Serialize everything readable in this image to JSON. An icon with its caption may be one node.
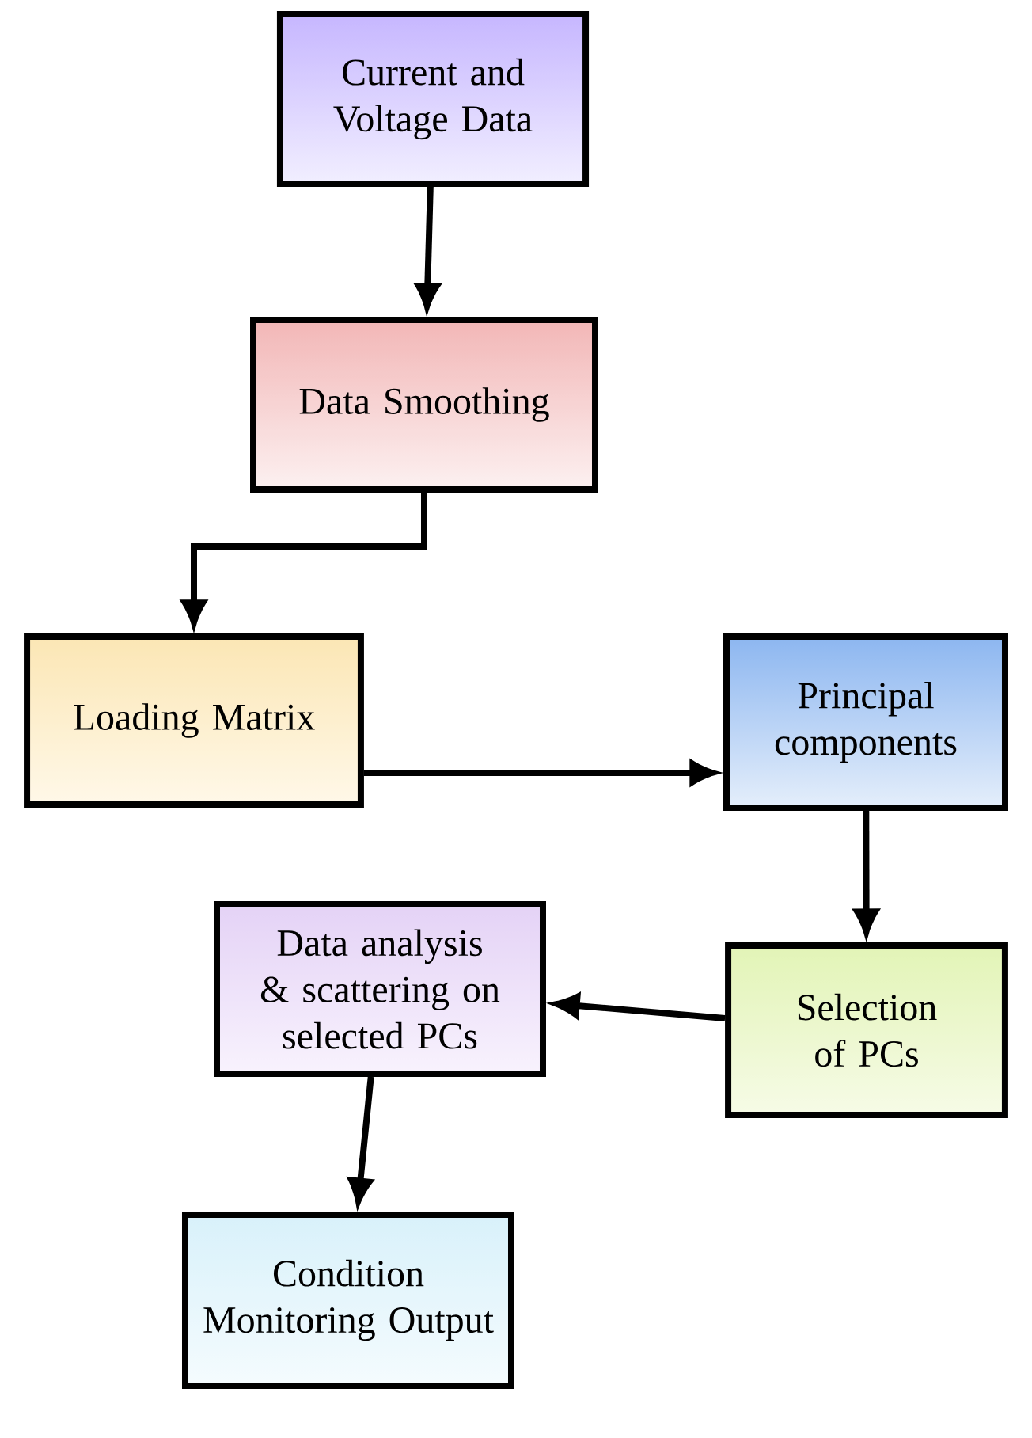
{
  "diagram": {
    "nodes": [
      {
        "text": [
          "Current and Voltage Data"
        ]
      },
      {
        "text": [
          "Data Smoothing"
        ]
      },
      {
        "text": [
          "Loading Matrix"
        ]
      },
      {
        "text": [
          "Principal components"
        ]
      },
      {
        "text": [
          "Selection of PCs"
        ]
      },
      {
        "text": [
          "Data analysis & scattering on selected PCs"
        ]
      },
      {
        "text": [
          "Condition Monitoring Output"
        ]
      }
    ],
    "edges": [
      {
        "from": 0,
        "to": 1,
        "arrow": "to"
      },
      {
        "from": 1,
        "to": 2,
        "arrow": "to"
      },
      {
        "from": 2,
        "to": 3,
        "arrow": "to"
      },
      {
        "from": 3,
        "to": 4,
        "arrow": "to"
      },
      {
        "from": 4,
        "to": 5,
        "arrow": "to"
      },
      {
        "from": 5,
        "to": 6,
        "arrow": "to"
      }
    ]
  }
}
